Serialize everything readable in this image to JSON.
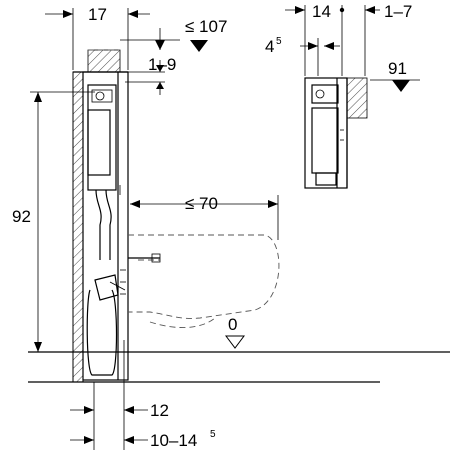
{
  "dimensions": {
    "frame_depth": "17",
    "height_top": "≤ 107",
    "adjust_top": "1–9",
    "frame_height": "92",
    "bowl_projection": "≤ 70",
    "floor_level": "0",
    "bottom_offset": "12",
    "bottom_range": "10–14",
    "bottom_range_sup": "5",
    "side_depth": "14",
    "side_adjust": "1–7",
    "side_offset": "4",
    "side_offset_sup": "5",
    "side_height": "91"
  }
}
